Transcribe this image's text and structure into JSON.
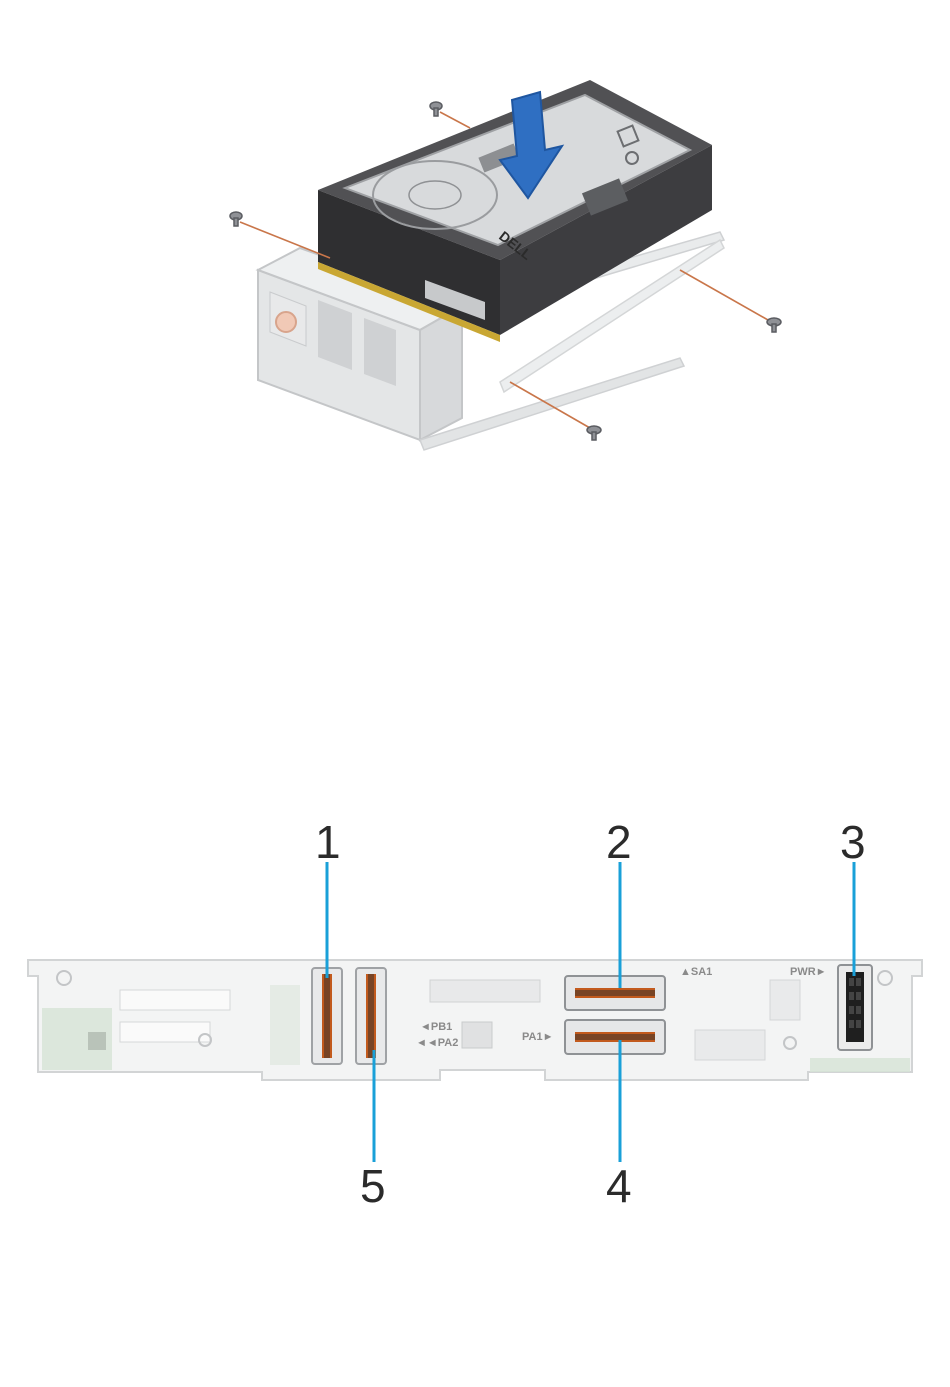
{
  "drive_figure": {
    "drive_brand": "DELL"
  },
  "backplane_figure": {
    "callouts": [
      {
        "id": "1",
        "label": "1"
      },
      {
        "id": "2",
        "label": "2"
      },
      {
        "id": "3",
        "label": "3"
      },
      {
        "id": "4",
        "label": "4"
      },
      {
        "id": "5",
        "label": "5"
      }
    ],
    "silkscreen": {
      "pb1": "◄PB1",
      "pa2": "◄◄PA2",
      "pa1": "PA1►",
      "sa1": "▲SA1",
      "pwr": "PWR►"
    }
  },
  "colors": {
    "arrow_blue": "#2f6fc2",
    "leader_cyan": "#1aa0d8",
    "screw_guide": "#c9764a",
    "connector_orange": "#c25a1d",
    "carrier_gray": "#d9dbdc",
    "drive_dark": "#3a3a3c"
  }
}
